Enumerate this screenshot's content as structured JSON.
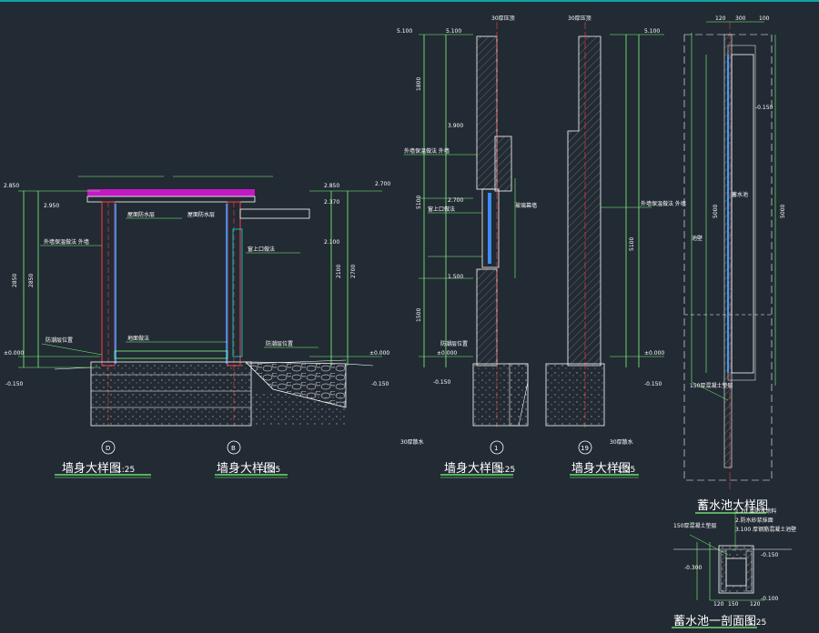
{
  "titles": [
    {
      "name": "墙身大样图",
      "scale": "1:25"
    },
    {
      "name": "墙身大样图",
      "scale": "1:25"
    },
    {
      "name": "墙身大样图",
      "scale": "1:25"
    },
    {
      "name": "墙身大样图",
      "scale": "1:25"
    },
    {
      "name": "蓄水池大样图",
      "scale": ""
    },
    {
      "name": "蓄水池一剖面图",
      "scale": "1:25"
    }
  ],
  "axes": [
    "D",
    "B",
    "1",
    "19"
  ],
  "elevations": {
    "left_top": "2.850",
    "left_2950": "2.950",
    "right_top": "2.700",
    "right_2850": "2.850",
    "right_2370": "2.370",
    "right_2100": "2.100",
    "mid_top": "5.100",
    "mid_3900": "3.900",
    "mid_2700": "2.700",
    "mid_1500": "1.500",
    "zero": "±0.000",
    "neg150": "-0.150",
    "neg300": "-0.300",
    "neg100": "-0.100"
  },
  "dims": {
    "d2850": "2850",
    "d2100": "2100",
    "d2700": "2700",
    "d1800": "1800",
    "d5100": "5100",
    "d1500": "1500",
    "d5000": "5000",
    "d120": "120",
    "d300": "300",
    "d100": "100",
    "d150": "150"
  },
  "notes": {
    "exterior_wall": "外墙保温做法 外墙",
    "waterproof": "防潮层位置",
    "roof_layer": "屋面防水层",
    "floor": "地面做法",
    "window": "窗上口做法",
    "glass": "玻璃幕墙",
    "coping": "30厚压顶",
    "base": "30厚散水",
    "pool_water": "蓄水池",
    "pool_bottom": "150厚混凝土垫层",
    "pool_edge": "池壁",
    "sec_1": "1.20 厚防水涂料",
    "sec_2": "2.防水砂浆抹面",
    "sec_3": "3.100 厚钢筋混凝土池壁"
  }
}
